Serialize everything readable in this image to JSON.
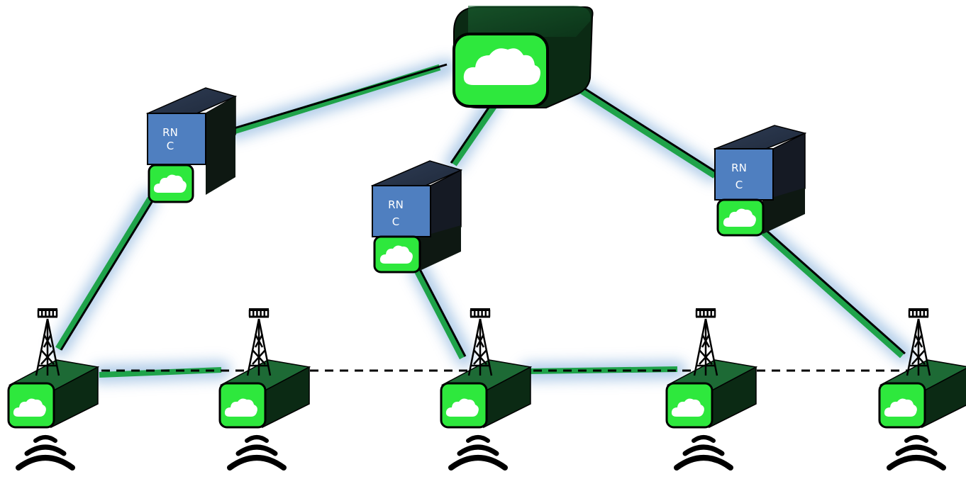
{
  "diagram": {
    "rnc_nodes": [
      {
        "id": "rnc-1",
        "label_line1": "RN",
        "label_line2": "C"
      },
      {
        "id": "rnc-2",
        "label_line1": "RN",
        "label_line2": "C"
      },
      {
        "id": "rnc-3",
        "label_line1": "RN",
        "label_line2": "C"
      }
    ],
    "core_node": {
      "id": "core",
      "icon": "cloud-icon"
    },
    "base_stations": [
      {
        "id": "bs-1",
        "icon": "antenna-tower-icon"
      },
      {
        "id": "bs-2",
        "icon": "antenna-tower-icon"
      },
      {
        "id": "bs-3",
        "icon": "antenna-tower-icon"
      },
      {
        "id": "bs-4",
        "icon": "antenna-tower-icon"
      },
      {
        "id": "bs-5",
        "icon": "antenna-tower-icon"
      }
    ],
    "colors": {
      "link_green": "#1fa34a",
      "glow_blue": "#a9c7e6",
      "box_green": "#2ee83d",
      "box_dark": "#0b2a14",
      "rnc_blue": "#4f7fc0",
      "rnc_dark": "#1a2233"
    }
  }
}
